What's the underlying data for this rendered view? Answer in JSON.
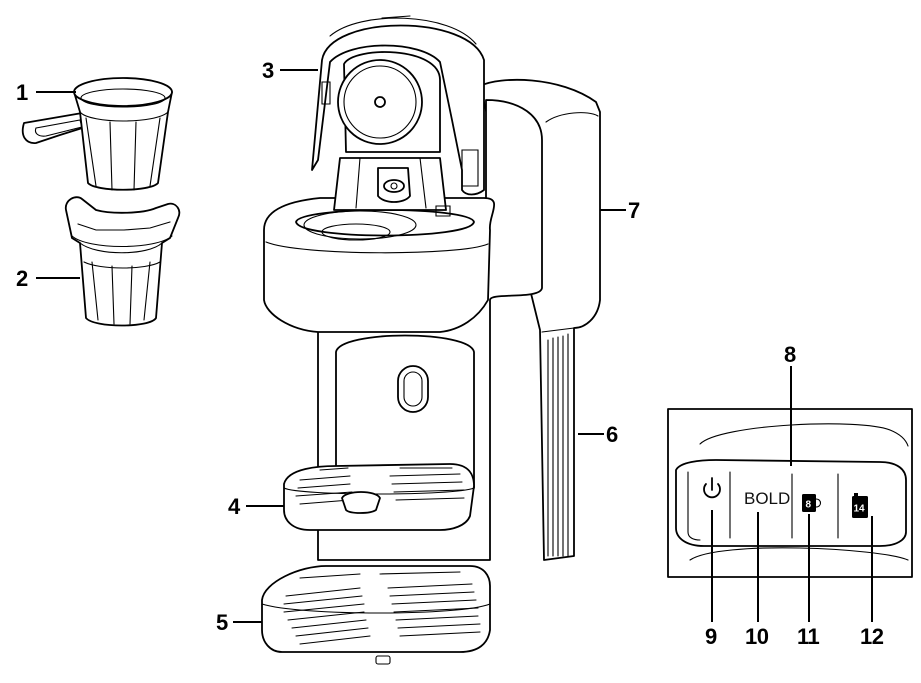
{
  "callouts": [
    {
      "id": "1",
      "label": "1"
    },
    {
      "id": "2",
      "label": "2"
    },
    {
      "id": "3",
      "label": "3"
    },
    {
      "id": "4",
      "label": "4"
    },
    {
      "id": "5",
      "label": "5"
    },
    {
      "id": "6",
      "label": "6"
    },
    {
      "id": "7",
      "label": "7"
    },
    {
      "id": "8",
      "label": "8"
    },
    {
      "id": "9",
      "label": "9"
    },
    {
      "id": "10",
      "label": "10"
    },
    {
      "id": "11",
      "label": "11"
    },
    {
      "id": "12",
      "label": "12"
    }
  ],
  "control_panel": {
    "bold_label": "BOLD",
    "cup8_label": "8",
    "cup14_label": "14"
  },
  "icons": {
    "power": "power-icon",
    "small_cup": "small-cup-icon",
    "travel_mug": "travel-mug-icon"
  }
}
